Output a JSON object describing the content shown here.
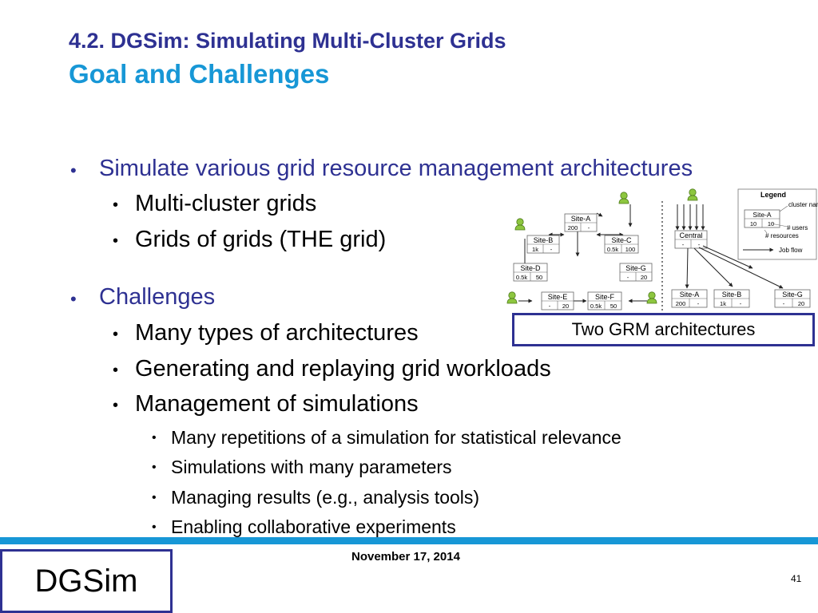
{
  "slide": {
    "title_line1": "4.2. DGSim: Simulating Multi-Cluster Grids",
    "title_line2": "Goal and Challenges",
    "date": "November 17, 2014",
    "page_number": "41",
    "logo_text": "DGSim"
  },
  "bullets": [
    {
      "text": "Simulate various grid resource management architectures"
    },
    {
      "text": "Multi-cluster grids"
    },
    {
      "text": "Grids of grids (THE grid)"
    },
    {
      "text": "Challenges"
    },
    {
      "text": "Many types of architectures"
    },
    {
      "text": "Generating and replaying grid workloads"
    },
    {
      "text": "Management of simulations"
    },
    {
      "text": "Many repetitions of a simulation for statistical relevance"
    },
    {
      "text": "Simulations with many parameters"
    },
    {
      "text": "Managing results (e.g., analysis tools)"
    },
    {
      "text": "Enabling collaborative experiments"
    }
  ],
  "diagram": {
    "caption": "Two GRM architectures",
    "legend": {
      "title": "Legend",
      "cluster_name": "cluster name",
      "users": "# users",
      "resources": "# resources",
      "job_flow": "Job flow",
      "sample_site": "Site-A",
      "sample_users": "10",
      "sample_resources": "10"
    },
    "central": {
      "name": "Central",
      "v1": "-",
      "v2": "-"
    },
    "sites_left": [
      {
        "name": "Site-A",
        "v1": "200",
        "v2": "-"
      },
      {
        "name": "Site-B",
        "v1": "1k",
        "v2": "-"
      },
      {
        "name": "Site-C",
        "v1": "0.5k",
        "v2": "100"
      },
      {
        "name": "Site-D",
        "v1": "0.5k",
        "v2": "50"
      },
      {
        "name": "Site-G",
        "v1": "-",
        "v2": "20"
      },
      {
        "name": "Site-E",
        "v1": "-",
        "v2": "20"
      },
      {
        "name": "Site-F",
        "v1": "0.5k",
        "v2": "50"
      }
    ],
    "sites_right": [
      {
        "name": "Site-A",
        "v1": "200",
        "v2": "-"
      },
      {
        "name": "Site-B",
        "v1": "1k",
        "v2": "-"
      },
      {
        "name": "Site-G",
        "v1": "-",
        "v2": "20"
      }
    ]
  },
  "colors": {
    "title_dark": "#2e3192",
    "title_light": "#1797d6",
    "accent_bar": "#1797d6",
    "user_icon": "#8dc63f"
  }
}
